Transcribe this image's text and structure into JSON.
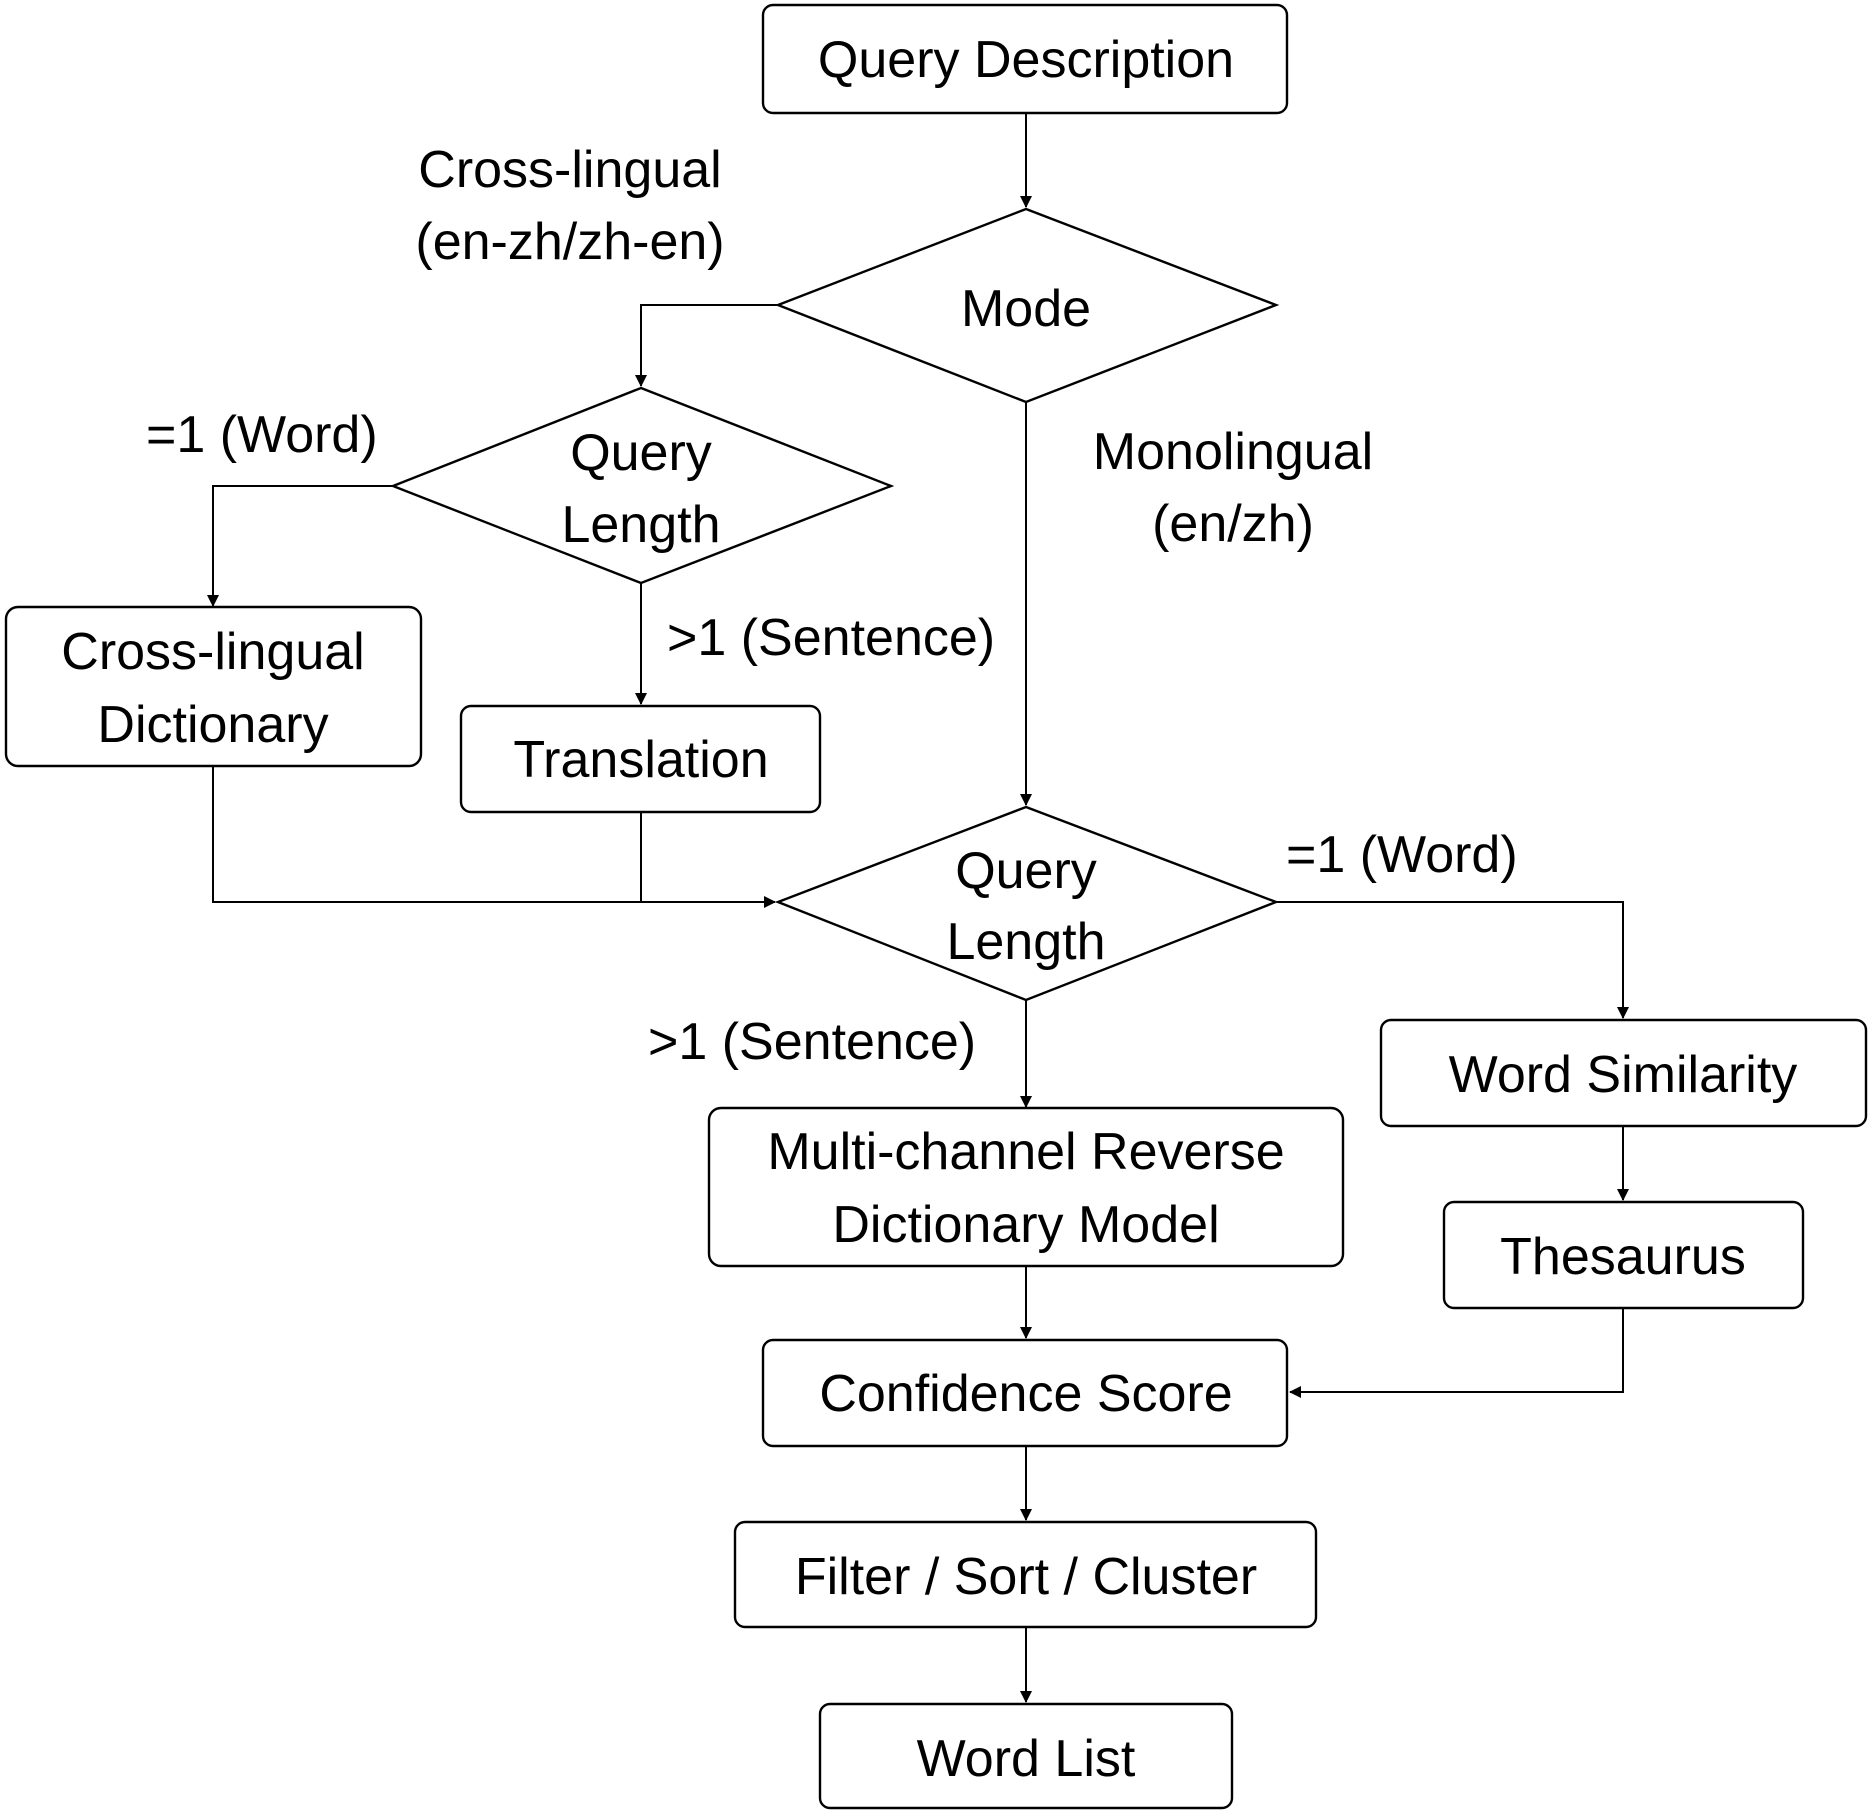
{
  "nodes": {
    "query_description": "Query Description",
    "mode": "Mode",
    "query_length_top": [
      "Query",
      "Length"
    ],
    "cross_lingual_dictionary": [
      "Cross-lingual",
      "Dictionary"
    ],
    "translation": "Translation",
    "query_length_main": [
      "Query",
      "Length"
    ],
    "word_similarity": "Word Similarity",
    "thesaurus": "Thesaurus",
    "reverse_dictionary_model": [
      "Multi-channel Reverse",
      "Dictionary Model"
    ],
    "confidence_score": "Confidence Score",
    "filter_sort_cluster": "Filter / Sort / Cluster",
    "word_list": "Word List"
  },
  "edge_labels": {
    "cross_lingual": [
      "Cross-lingual",
      "(en-zh/zh-en)"
    ],
    "monolingual": [
      "Monolingual",
      "(en/zh)"
    ],
    "word_top": "=1 (Word)",
    "sentence_top": ">1 (Sentence)",
    "word_main": "=1 (Word)",
    "sentence_main": ">1 (Sentence)"
  }
}
